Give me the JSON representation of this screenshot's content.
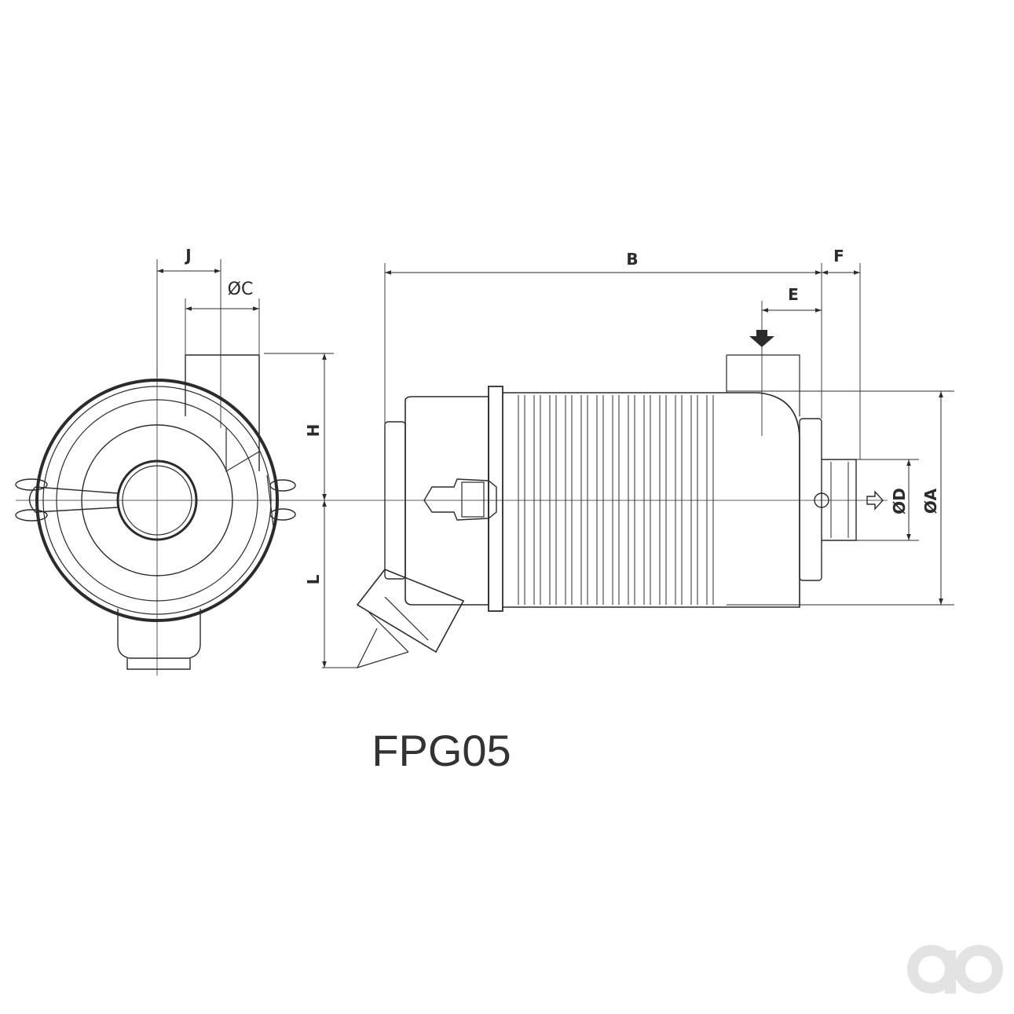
{
  "model": "FPG05",
  "dimensions": {
    "j": "J",
    "c": "ØC",
    "h": "H",
    "l": "L",
    "b": "B",
    "e": "E",
    "f": "F",
    "d": "ØD",
    "a": "ØA"
  },
  "colors": {
    "line": "#2b2b2b",
    "text": "#333333",
    "logo": "#e3e3e3"
  },
  "icons": {
    "inlet": "arrow-down-icon",
    "outlet": "arrow-right-outline-icon",
    "logo": "brand-logo-icon"
  }
}
